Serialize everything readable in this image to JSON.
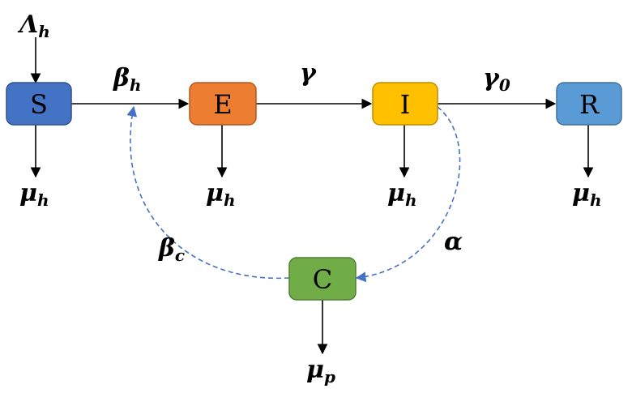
{
  "nodes": {
    "S": {
      "label": "S",
      "fill": "#4472C4",
      "stroke": "#2F528F"
    },
    "E": {
      "label": "E",
      "fill": "#ED7D31",
      "stroke": "#AE5A21"
    },
    "I": {
      "label": "I",
      "fill": "#FFC000",
      "stroke": "#BC8C00"
    },
    "R": {
      "label": "R",
      "fill": "#5B9BD5",
      "stroke": "#41719C"
    },
    "C": {
      "label": "C",
      "fill": "#70AD47",
      "stroke": "#507E32"
    }
  },
  "labels": {
    "lambda_h": {
      "base": "Λ",
      "sub": "h"
    },
    "beta_h": {
      "base": "β",
      "sub": "h"
    },
    "gamma": {
      "base": "γ",
      "sub": ""
    },
    "gamma_0": {
      "base": "γ",
      "sub": "0"
    },
    "mu_h": {
      "base": "μ",
      "sub": "h"
    },
    "mu_p": {
      "base": "μ",
      "sub": "p"
    },
    "beta_c": {
      "base": "β",
      "sub": "c"
    },
    "alpha": {
      "base": "α",
      "sub": ""
    }
  },
  "colors": {
    "arrow": "#000000",
    "dashed": "#4472C4"
  }
}
